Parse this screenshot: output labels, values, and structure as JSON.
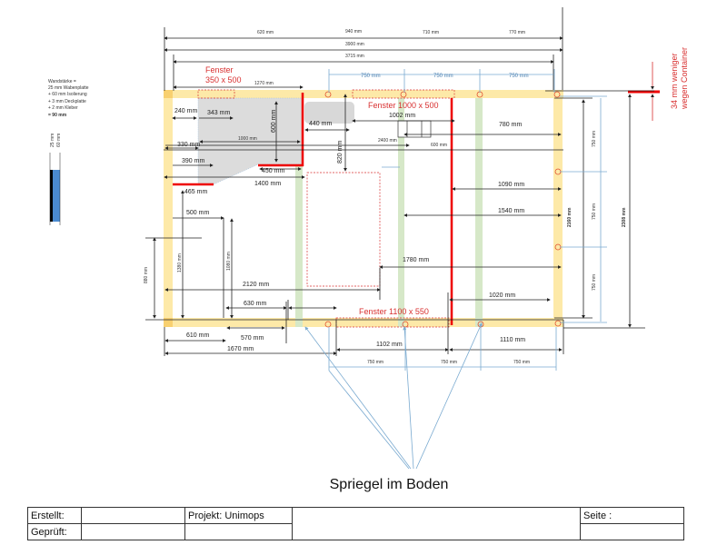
{
  "notes": {
    "wall_lines": [
      "Wandstärke =",
      "25 mm Wabenplatte",
      "+ 60 mm Isolierung",
      "+ 3 mm Deckplatte",
      "+ 2 mm Kleber",
      "= 90 mm"
    ],
    "layer1": "25 mm",
    "layer2": "60 mm"
  },
  "windows": {
    "w1_title": "Fenster",
    "w1_size": "350 x 500",
    "w2": "Fenster 1000 x 500",
    "w3": "Fenster 1100 x 550"
  },
  "container_note": [
    "34 mm weniger",
    "wegen Container"
  ],
  "dims": {
    "d620": "620 mm",
    "d940": "940 mm",
    "d710": "710 mm",
    "d770": "770 mm",
    "d3900": "3900 mm",
    "d3715": "3715 mm",
    "d1270": "1270 mm",
    "d750a": "750 mm",
    "d750b": "750 mm",
    "d750c": "750 mm",
    "d240": "240 mm",
    "d343": "343 mm",
    "d600": "600 mm",
    "d1000": "1000 mm",
    "d330": "330 mm",
    "d440": "440 mm",
    "d820": "820 mm",
    "d2400": "2400 mm",
    "d600b": "600 mm",
    "d1002": "1002 mm",
    "d780": "780 mm",
    "d390": "390 mm",
    "d450": "450 mm",
    "d1400": "1400 mm",
    "d465": "465 mm",
    "d1090": "1090 mm",
    "d500": "500 mm",
    "d1540": "1540 mm",
    "d2160": "2160 mm",
    "d2308": "2308 mm",
    "dv750a": "750 mm",
    "dv750b": "750 mm",
    "dv750c": "750 mm",
    "d880": "880 mm",
    "d1380": "1380 mm",
    "d1080": "1080 mm",
    "d1780": "1780 mm",
    "d2120": "2120 mm",
    "d630": "630 mm",
    "d1020": "1020 mm",
    "d610": "610 mm",
    "d570": "570 mm",
    "d1102": "1102 mm",
    "d1110": "1110 mm",
    "d1670": "1670 mm",
    "db750a": "750 mm",
    "db750b": "750 mm",
    "db750c": "750 mm"
  },
  "caption": "Spriegel im Boden",
  "titleblock": {
    "erstellt": "Erstellt:",
    "geprueft": "Geprüft:",
    "projekt": "Projekt: Unimops",
    "seite": "Seite :"
  }
}
